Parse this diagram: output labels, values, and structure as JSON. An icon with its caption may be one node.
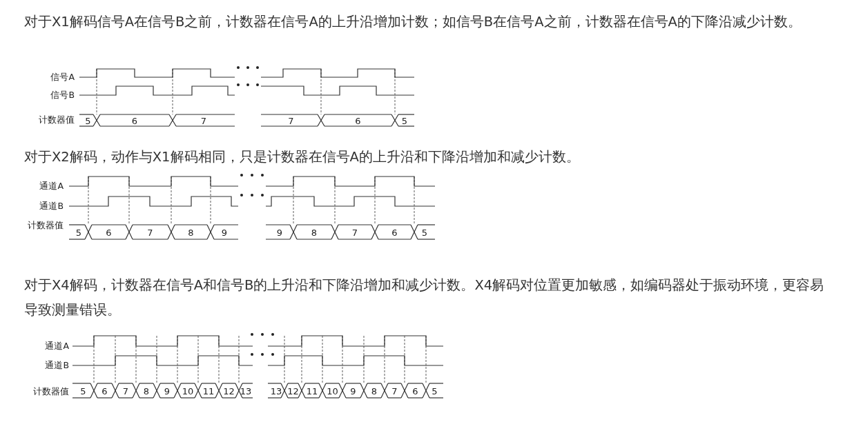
{
  "diagram": {
    "labels": [
      "对于X1解码信号A在信号B之前，计数器在信号A的上升沿增加计数；如信号B在信号A之前，计数器在信号A的下降沿减少计数。",
      "信号A",
      "信号B",
      "计数器值",
      "5",
      "6",
      "7",
      "7",
      "6",
      "5",
      "对于X2解码，动作与X1解码相同，只是计数器在信号A的上升沿和下降沿增加和减少计数。",
      "通道A",
      "通道B",
      "计数器值",
      "5",
      "6",
      "7",
      "8",
      "9",
      "9",
      "8",
      "7",
      "6",
      "5",
      "对于X4解码，计数器在信号A和信号B的上升沿和下降沿增加和减少计数。X4解码对位置更加敏感，如编码器处于振动环境，更容易导致测量错误。",
      "通道A",
      "通道B",
      "计数器值",
      "5",
      "6",
      "7",
      "8",
      "9",
      "10",
      "11",
      "12",
      "13",
      "13",
      "12",
      "11",
      "10",
      "9",
      "8",
      "7",
      "6",
      "5"
    ]
  }
}
